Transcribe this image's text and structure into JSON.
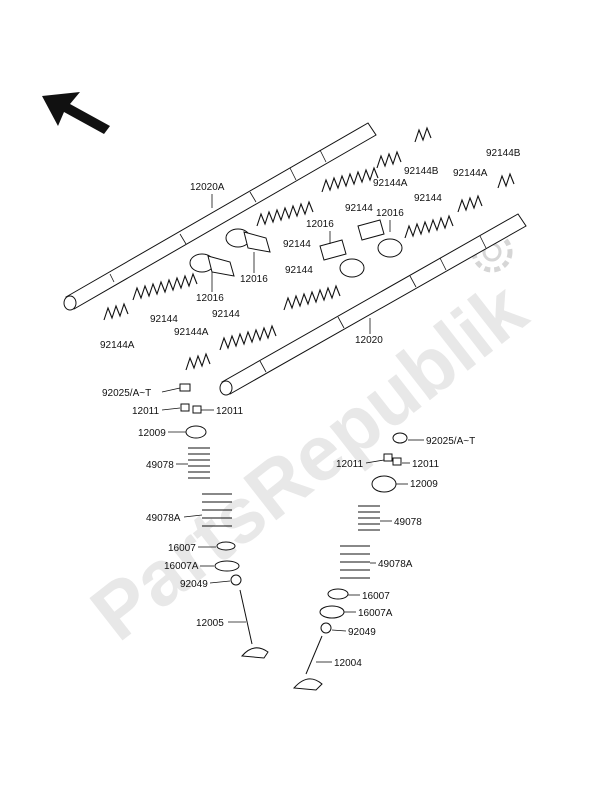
{
  "watermark": {
    "text": "PartsRepublik"
  },
  "direction_icon": "direction-arrow-icon",
  "watermark_icon": "gear-icon",
  "labels": {
    "camshaft_upper": "12020A",
    "camshaft_lower": "12020",
    "spring_92144_a": "92144",
    "spring_92144_b": "92144",
    "spring_92144_c": "92144",
    "spring_92144_d": "92144",
    "spring_92144_e": "92144",
    "spring_92144_f": "92144",
    "spring_92144A_a": "92144A",
    "spring_92144A_b": "92144A",
    "spring_92144A_c": "92144A",
    "spring_92144A_d": "92144A",
    "spring_92144B_a": "92144B",
    "spring_92144B_b": "92144B",
    "rocker_12016_a": "12016",
    "rocker_12016_b": "12016",
    "rocker_12016_c": "12016",
    "rocker_12016_d": "12016",
    "shim_left": "92025/A~T",
    "shim_right": "92025/A~T",
    "cotter_left_a": "12011",
    "cotter_left_b": "12011",
    "cotter_right_a": "12011",
    "cotter_right_b": "12011",
    "retainer_left": "12009",
    "retainer_right": "12009",
    "inner_spring_left": "49078",
    "inner_spring_right": "49078",
    "outer_spring_left": "49078A",
    "outer_spring_right": "49078A",
    "seat_left": "16007",
    "seat_right": "16007",
    "seat_a_left": "16007A",
    "seat_a_right": "16007A",
    "seal_left": "92049",
    "seal_right": "92049",
    "valve_left": "12005",
    "valve_right": "12004"
  }
}
